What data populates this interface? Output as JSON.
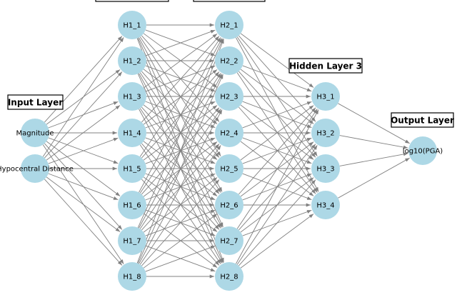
{
  "layers": [
    {
      "title": "Input Layer",
      "title_visible": true,
      "nodes": [
        "Magnitude",
        "Hypocentral Distance"
      ]
    },
    {
      "title": "",
      "title_visible": false,
      "nodes": [
        "H1_1",
        "H1_2",
        "H1_3",
        "H1_4",
        "H1_5",
        "H1_6",
        "H1_7",
        "H1_8"
      ]
    },
    {
      "title": "",
      "title_visible": false,
      "nodes": [
        "H2_1",
        "H2_2",
        "H2_3",
        "H2_4",
        "H2_5",
        "H2_6",
        "H2_7",
        "H2_8"
      ]
    },
    {
      "title": "Hidden Layer 3",
      "title_visible": true,
      "nodes": [
        "H3_1",
        "H3_2",
        "H3_3",
        "H3_4"
      ]
    },
    {
      "title": "Output Layer",
      "title_visible": true,
      "nodes": [
        "log10(PGA)"
      ]
    }
  ],
  "connectivity": "fully-connected",
  "colors": {
    "node": "#add8e6",
    "edge": "#808080",
    "label": "#000000"
  }
}
